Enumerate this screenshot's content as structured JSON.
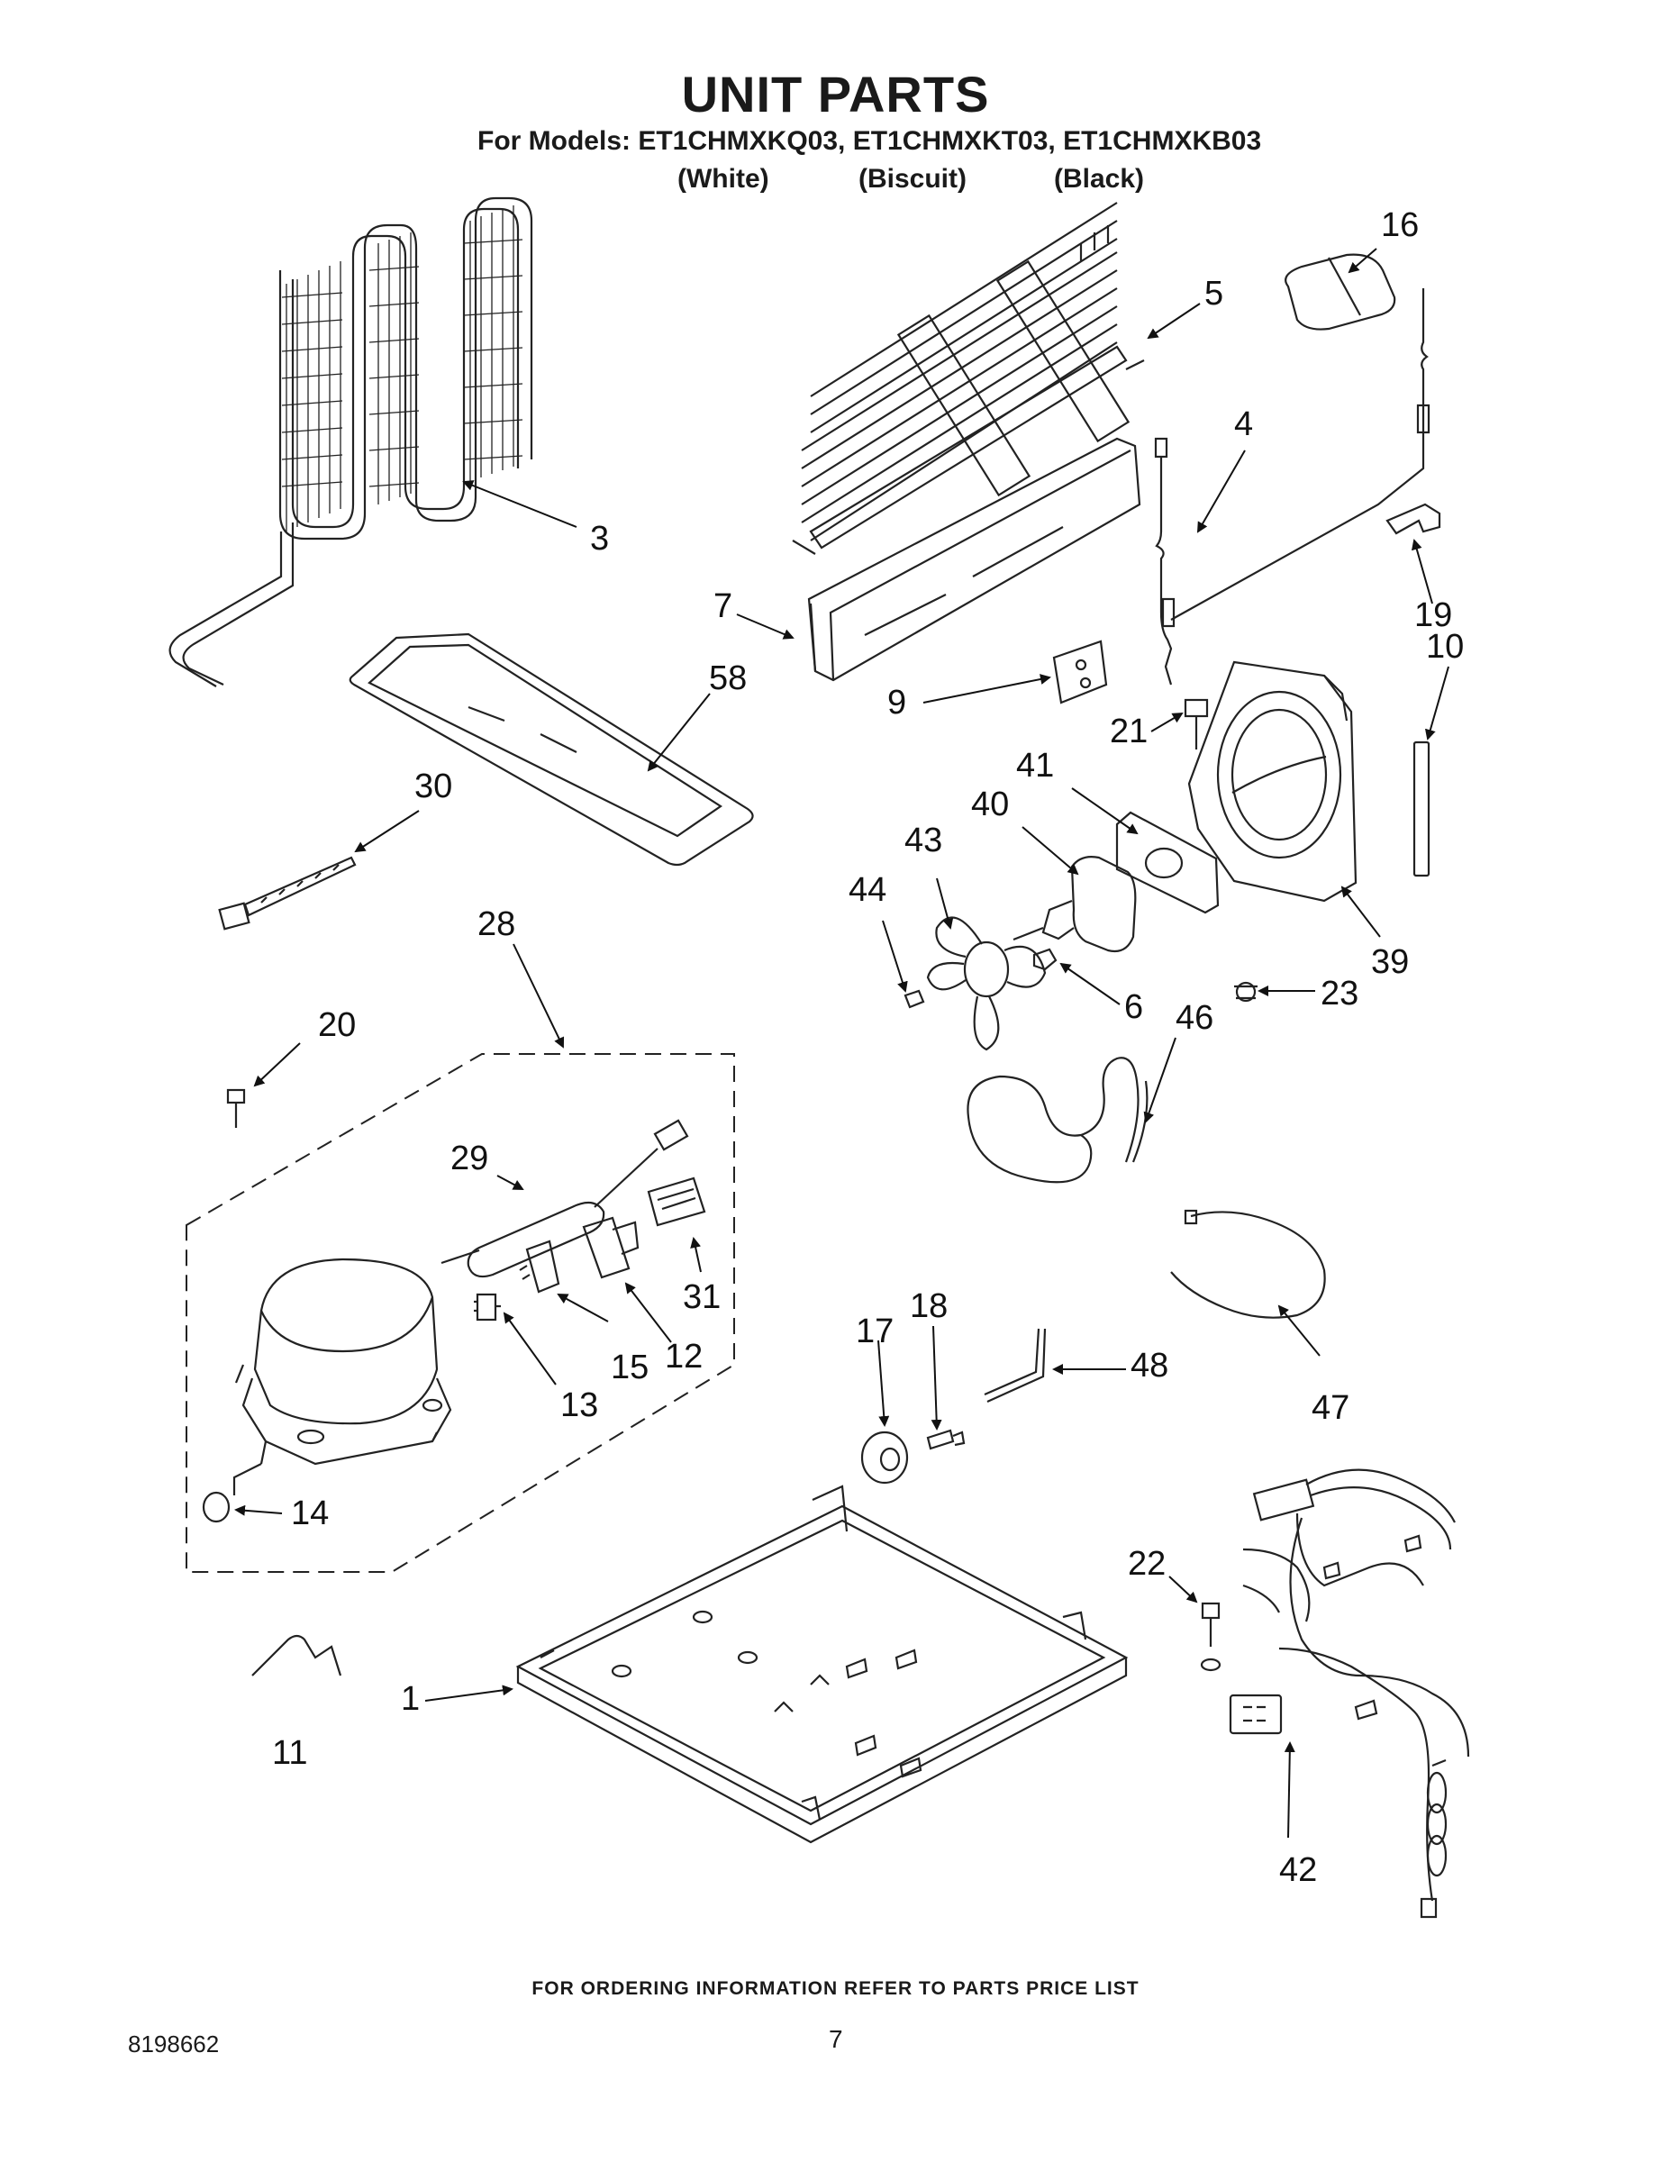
{
  "header": {
    "title": "UNIT PARTS",
    "models_line": "For Models: ET1CHMXKQ03, ET1CHMXKT03, ET1CHMXKB03",
    "colors": [
      "(White)",
      "(Biscuit)",
      "(Black)"
    ]
  },
  "callouts": [
    "16",
    "5",
    "4",
    "3",
    "7",
    "58",
    "19",
    "10",
    "9",
    "21",
    "41",
    "40",
    "30",
    "43",
    "44",
    "39",
    "28",
    "6",
    "23",
    "20",
    "46",
    "29",
    "31",
    "18",
    "17",
    "48",
    "15",
    "12",
    "13",
    "47",
    "14",
    "22",
    "1",
    "11",
    "42"
  ],
  "footer": {
    "ordering_note": "FOR ORDERING INFORMATION REFER TO PARTS PRICE LIST",
    "doc_number": "8198662",
    "page_number": "7"
  }
}
